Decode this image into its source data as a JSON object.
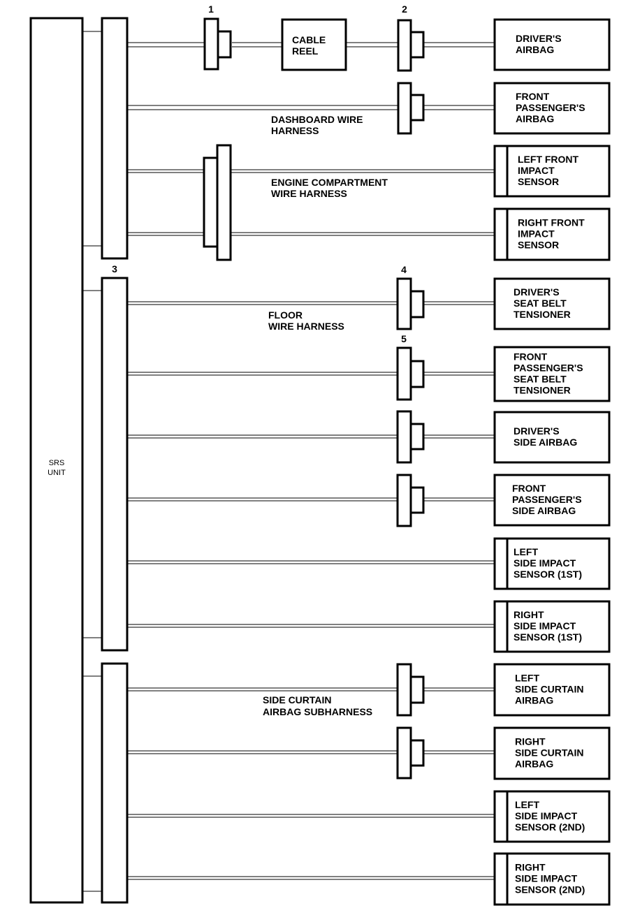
{
  "srs_unit": {
    "line1": "SRS",
    "line2": "UNIT"
  },
  "connector_numbers": {
    "c1": "1",
    "c2": "2",
    "c3": "3",
    "c4": "4",
    "c5": "5"
  },
  "cable_reel": {
    "line1": "CABLE",
    "line2": "REEL"
  },
  "harnesses": {
    "dashboard": {
      "line1": "DASHBOARD WIRE",
      "line2": "HARNESS"
    },
    "engine": {
      "line1": "ENGINE COMPARTMENT",
      "line2": "WIRE HARNESS"
    },
    "floor": {
      "line1": "FLOOR",
      "line2": "WIRE HARNESS"
    },
    "side_curtain": {
      "line1": "SIDE CURTAIN",
      "line2": "AIRBAG SUBHARNESS"
    }
  },
  "components": [
    {
      "lines": [
        "DRIVER'S",
        "AIRBAG"
      ]
    },
    {
      "lines": [
        "FRONT",
        "PASSENGER'S",
        "AIRBAG"
      ]
    },
    {
      "lines": [
        "LEFT FRONT",
        "IMPACT",
        "SENSOR"
      ]
    },
    {
      "lines": [
        "RIGHT FRONT",
        "IMPACT",
        "SENSOR"
      ]
    },
    {
      "lines": [
        "DRIVER'S",
        "SEAT BELT",
        "TENSIONER"
      ]
    },
    {
      "lines": [
        "FRONT",
        "PASSENGER'S",
        "SEAT BELT",
        "TENSIONER"
      ]
    },
    {
      "lines": [
        "DRIVER'S",
        "SIDE AIRBAG"
      ]
    },
    {
      "lines": [
        "FRONT",
        "PASSENGER'S",
        "SIDE AIRBAG"
      ]
    },
    {
      "lines": [
        "LEFT",
        "SIDE IMPACT",
        "SENSOR (1ST)"
      ]
    },
    {
      "lines": [
        "RIGHT",
        "SIDE IMPACT",
        "SENSOR (1ST)"
      ]
    },
    {
      "lines": [
        "LEFT",
        "SIDE CURTAIN",
        "AIRBAG"
      ]
    },
    {
      "lines": [
        "RIGHT",
        "SIDE CURTAIN",
        "AIRBAG"
      ]
    },
    {
      "lines": [
        "LEFT",
        "SIDE IMPACT",
        "SENSOR (2ND)"
      ]
    },
    {
      "lines": [
        "RIGHT",
        "SIDE IMPACT",
        "SENSOR (2ND)"
      ]
    }
  ]
}
